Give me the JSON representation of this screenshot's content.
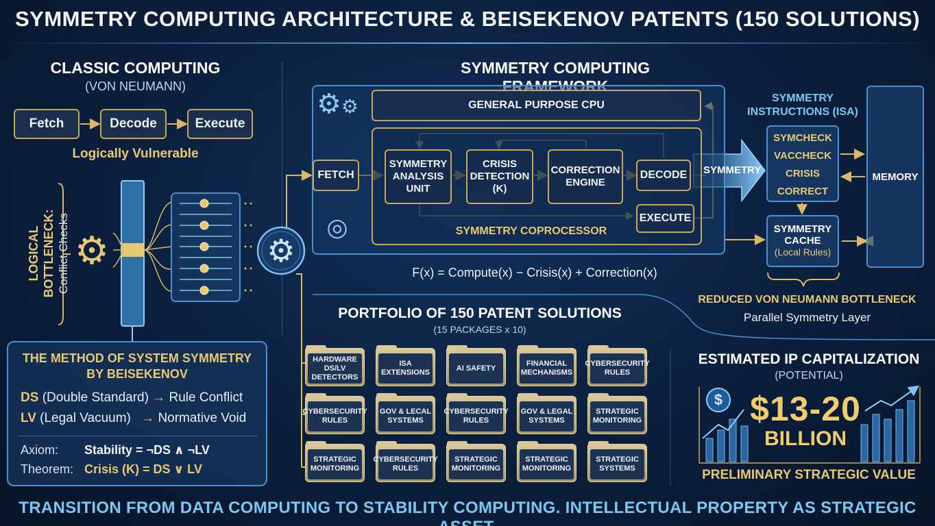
{
  "title": "SYMMETRY COMPUTING ARCHITECTURE & BEISEKENOV PATENTS (150 SOLUTIONS)",
  "classic": {
    "heading": "CLASSIC COMPUTING",
    "subheading": "(VON NEUMANN)",
    "steps": [
      "Fetch",
      "Decode",
      "Execute"
    ],
    "vulnerable": "Logically Vulnerable",
    "bottleneck_label": "LOGICAL BOTTLENECK:",
    "bottleneck_sub": "Conflict Checks"
  },
  "method": {
    "heading_line1": "THE METHOD OF SYSTEM SYMMETRY",
    "heading_line2": "BY BEISEKENOV",
    "ds_abbr": "DS",
    "ds_text": "(Double Standard)",
    "ds_result": "Rule Conflict",
    "lv_abbr": "LV",
    "lv_text": "(Legal Vacuum)",
    "lv_result": "Normative Void",
    "axiom_label": "Axiom:",
    "axiom_value": "Stability = ¬DS ∧ ¬LV",
    "theorem_label": "Theorem:",
    "theorem_value": "Crisis (K) = DS ∨ LV"
  },
  "framework": {
    "heading": "SYMMETRY COMPUTING FRAMEWORK",
    "gp_cpu": "GENERAL PURPOSE CPU",
    "fetch": "FETCH",
    "analysis": "SYMMETRY ANALYSIS UNIT",
    "crisis_detection": "CRISIS DETECTION (K)",
    "correction": "CORRECTION ENGINE",
    "decode": "DECODE",
    "execute": "EXECUTE",
    "coprocessor": "SYMMETRY COPROCESSOR",
    "formula": "F(x) = Compute(x) − Crisis(x) + Correction(x)",
    "arrow_label": "SYMMETRY",
    "isa_heading": "SYMMETRY INSTRUCTIONS (ISA)",
    "isa_items": [
      "SYMCHECK",
      "VACCHECK",
      "CRISIS",
      "CORRECT"
    ],
    "memory": "MEMORY",
    "cache_line1": "SYMMETRY",
    "cache_line2": "CACHE",
    "cache_line3": "(Local Rules)",
    "reduced": "REDUCED VON NEUMANN BOTTLENECK",
    "parallel": "Parallel Symmetry Layer"
  },
  "portfolio": {
    "heading": "PORTFOLIO OF 150 PATENT SOLUTIONS",
    "subheading": "(15 PACKAGES x 10)",
    "rows": [
      [
        "HARDWARE DS/LV DETECTORS",
        "ISA EXTENSIONS",
        "AI SAFETY",
        "FINANCIAL MECHANISMS",
        "CYBERSECURITY RULES"
      ],
      [
        "CYBERSECURITY RULES",
        "GOV & LECAL SYSTEMS",
        "CYBERSECURITY RULES",
        "GOV & LEGAL SYSTEMS",
        "STRATEGIC MONITORING"
      ],
      [
        "STRATEGIC MONITORING",
        "CYBERSECURITY RULES",
        "STRATEGIC MONITORING",
        "STRATEGIC MONITORING",
        "STRATEGIC SYSTEMS"
      ]
    ]
  },
  "ip": {
    "heading": "ESTIMATED IP CAPITALIZATION",
    "subheading": "(POTENTIAL)",
    "amount": "$13-20",
    "unit": "BILLION",
    "footer": "PRELIMINARY STRATEGIC VALUE"
  },
  "footer": "TRANSITION FROM DATA COMPUTING TO STABILITY COMPUTING. INTELLECTUAL PROPERTY AS STRATEGIC ASSET.",
  "colors": {
    "gold": "#e9c873",
    "blue": "#4e8fd0",
    "bg": "#0b1f3d"
  }
}
